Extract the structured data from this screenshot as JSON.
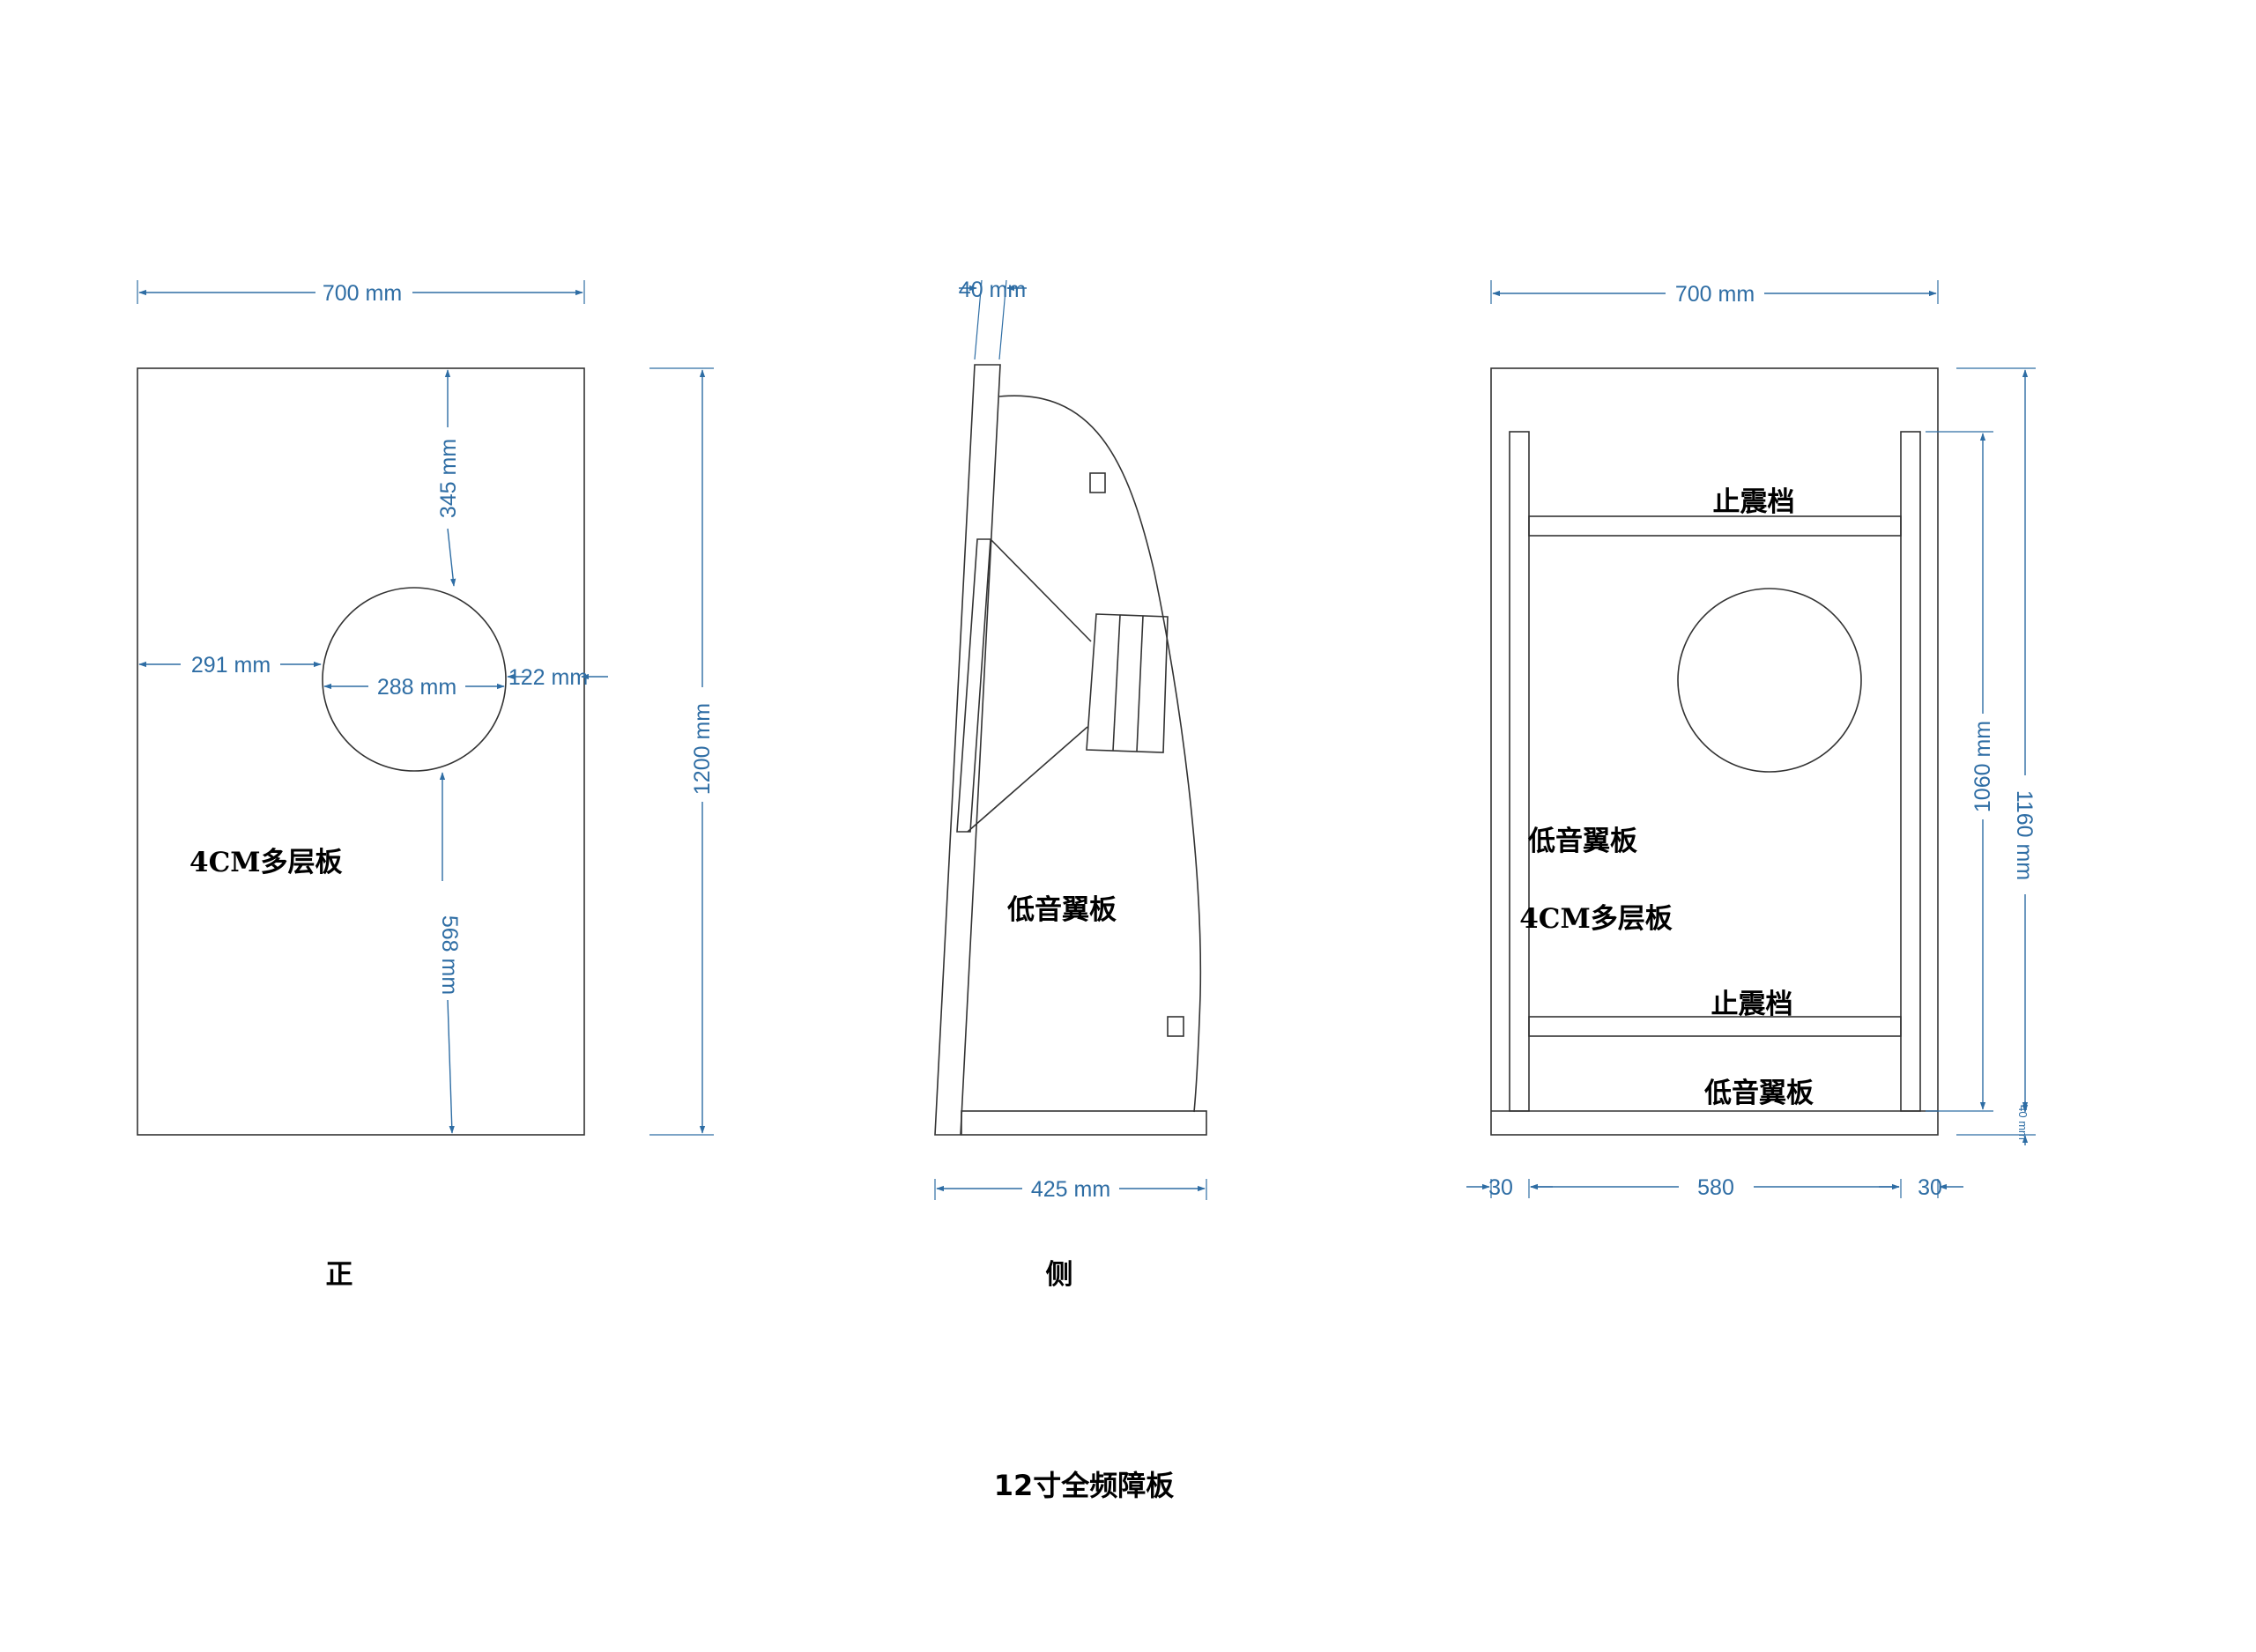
{
  "front_view": {
    "caption": "正",
    "width_dim": "700 mm",
    "height_dim": "1200 mm",
    "top_to_hole_dim": "345 mm",
    "left_to_hole_dim": "291 mm",
    "hole_diameter_dim": "288 mm",
    "hole_to_right_dim": "122 mm",
    "hole_to_bottom_dim": "568 mm",
    "material_label": "4CM多层板"
  },
  "side_view": {
    "caption": "侧",
    "thickness_dim": "40 mm",
    "depth_dim": "425 mm",
    "wing_label": "低音翼板"
  },
  "back_view": {
    "width_dim": "700 mm",
    "inner_height_dim": "1060 mm",
    "outer_height_dim": "1160 mm",
    "bottom_thickness_dim": "40 mm",
    "left_margin_dim": "30",
    "inner_width_dim": "580",
    "right_margin_dim": "30",
    "top_brace_label": "止震档",
    "bottom_brace_label": "止震档",
    "wing_label_middle": "低音翼板",
    "material_label": "4CM多层板",
    "wing_label_bottom": "低音翼板"
  },
  "drawing_title": "12寸全频障板",
  "colors": {
    "dimension": "#2e6da4",
    "outline": "#333333",
    "label": "#000000"
  }
}
